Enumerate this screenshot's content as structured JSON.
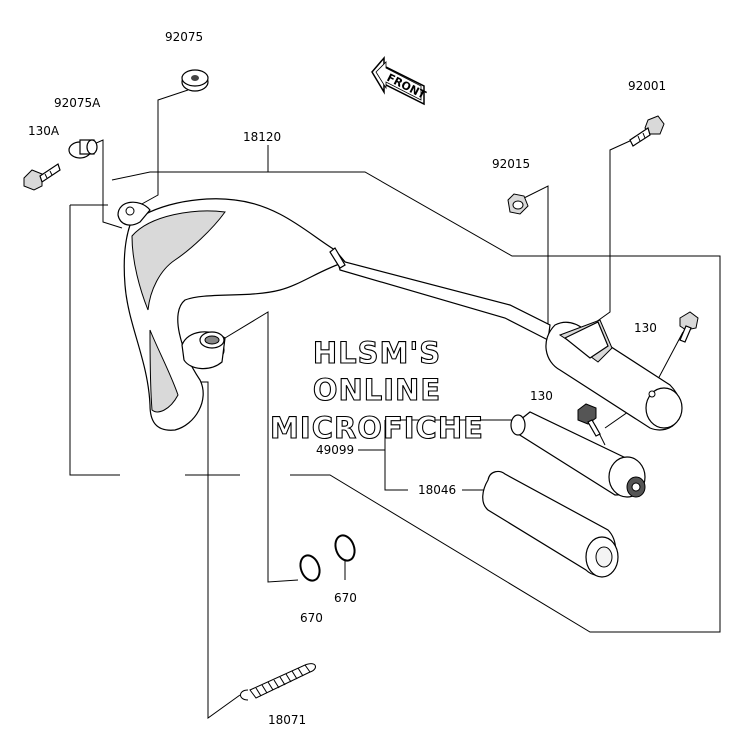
{
  "diagram": {
    "front_label": "FRONT",
    "watermark": [
      "HLSM'S",
      "ONLINE",
      "MICROFICHE"
    ],
    "part_numbers": {
      "p92075": "92075",
      "p92075A": "92075A",
      "p130A": "130A",
      "p18120": "18120",
      "p92001": "92001",
      "p92015": "92015",
      "p130_upper": "130",
      "p130_lower": "130",
      "p49099": "49099",
      "p18046": "18046",
      "p670_left": "670",
      "p670_right": "670",
      "p18071": "18071"
    }
  }
}
